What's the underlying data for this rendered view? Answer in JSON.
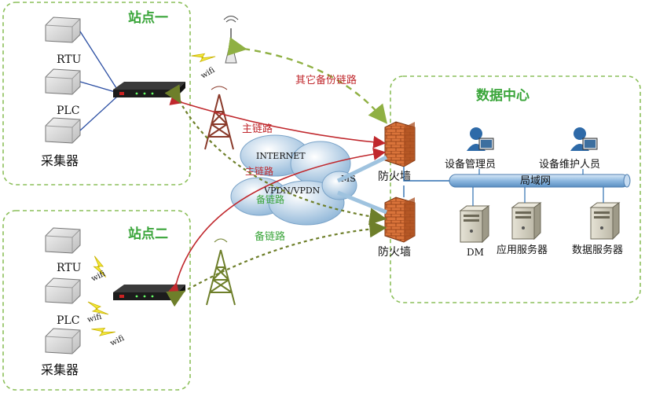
{
  "site_one": {
    "title": "站点一",
    "devices": [
      "RTU",
      "PLC",
      "采集器"
    ],
    "wifi_labels": [
      "wifi"
    ]
  },
  "site_two": {
    "title": "站点二",
    "devices": [
      "RTU",
      "PLC",
      "采集器"
    ],
    "wifi_labels": [
      "wifi",
      "wifi",
      "wifi"
    ]
  },
  "data_center": {
    "title": "数据中心",
    "firewall_label": "防火墙",
    "lan_label": "局域网",
    "staff": [
      "设备管理员",
      "设备维护人员"
    ],
    "servers": [
      "DM",
      "应用服务器",
      "数据服务器"
    ]
  },
  "links": {
    "other_backup": "其它备份链路",
    "main_1": "主链路",
    "main_2": "主链路",
    "backup_1": "备链路",
    "backup_2": "备链路"
  },
  "cloud": {
    "internet": "INTERNET",
    "vpdn": "VPDN/VPDN",
    "ms": "MS"
  },
  "colors": {
    "dashed_border": "#8cbf5a",
    "main_link": "#c0282d",
    "backup_link": "#6e7f2a",
    "other_backup": "#8fb043",
    "cloud": "#9fc3df",
    "firewall": "#c8642a",
    "lan_bar": "#8db8e0",
    "title_green": "#3aa53a"
  }
}
